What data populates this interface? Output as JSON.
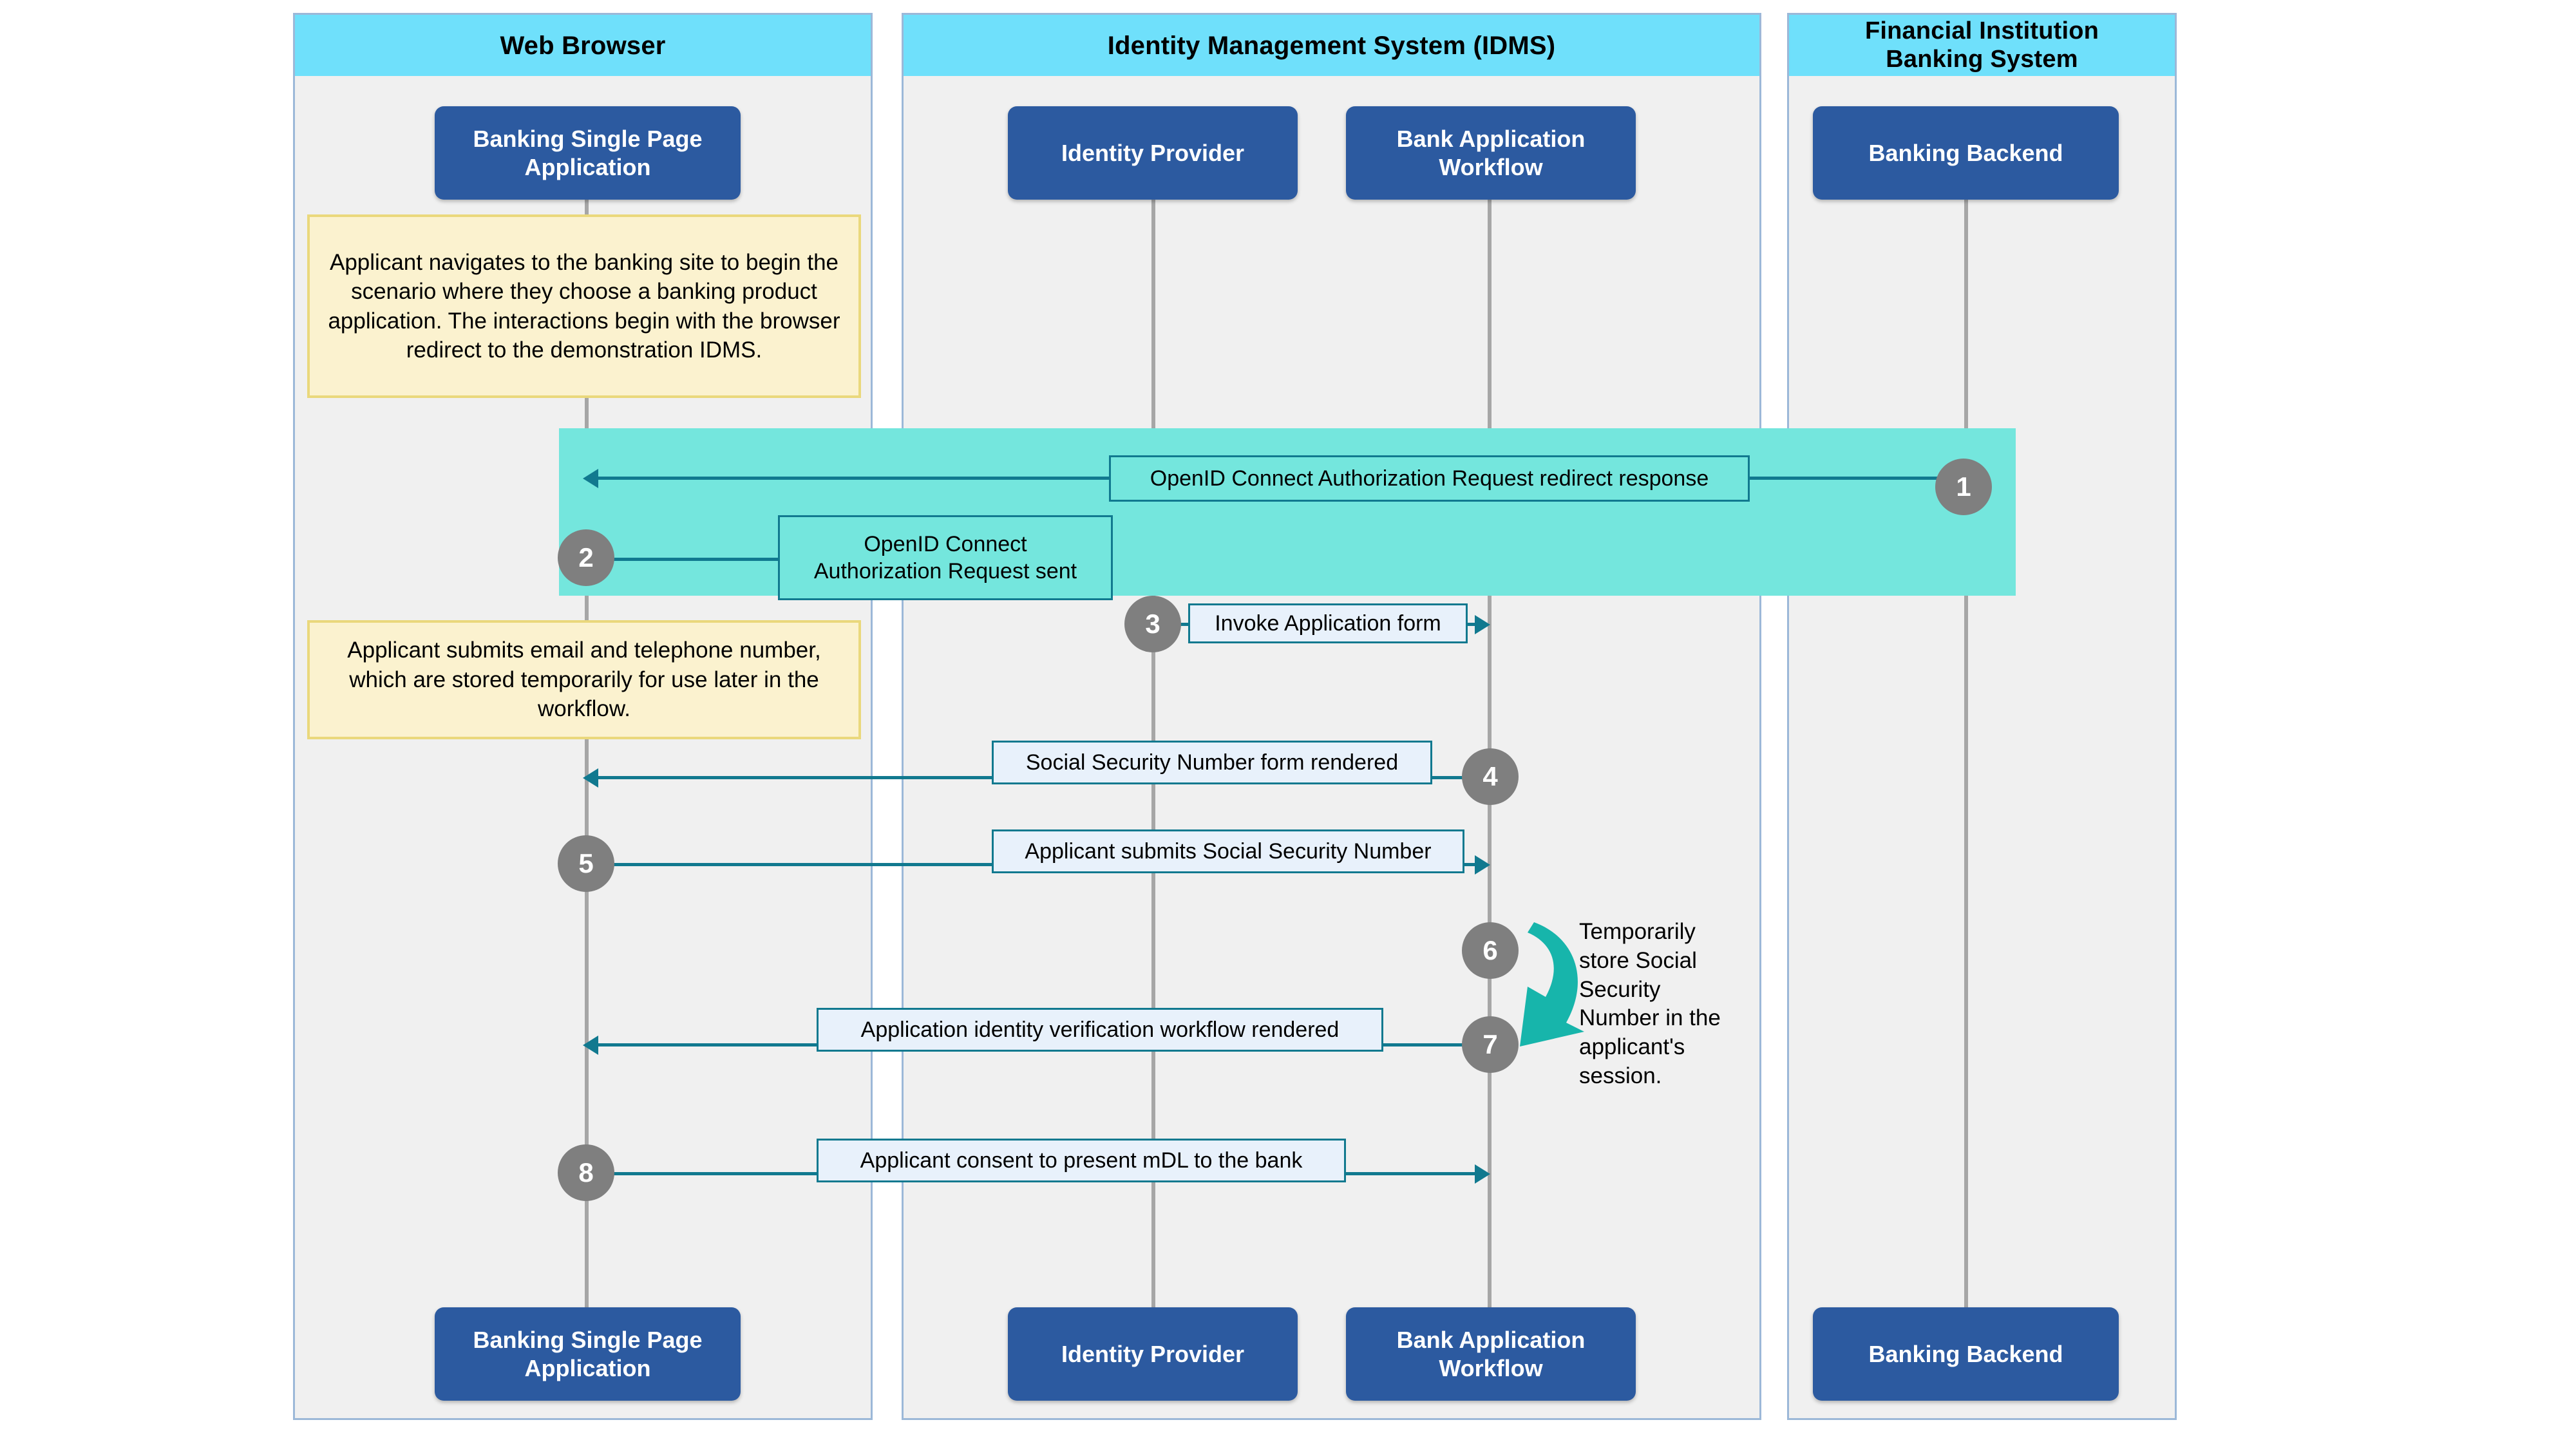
{
  "diagram": {
    "type": "sequence-diagram",
    "title": "Banking mDL identity verification sequence",
    "colors": {
      "lane_header": "#6fe0fb",
      "lane_body": "#f0f0f0",
      "lane_border": "#9cb8d8",
      "actor_box": "#2c5aa0",
      "note_fill": "#fbf2cf",
      "note_border": "#ead87c",
      "arrow": "#11798f",
      "label_fill": "#e8f1fb",
      "marker": "#7f7f7f",
      "highlight_band": "#74e6dd",
      "selfloop_arrow": "#17b5ab",
      "lifeline": "#a6a6a6"
    }
  },
  "lanes": [
    {
      "id": "web-browser",
      "title": "Web Browser"
    },
    {
      "id": "idms",
      "title": "Identity Management System (IDMS)"
    },
    {
      "id": "financial-institution",
      "title": "Financial Institution\nBanking System"
    }
  ],
  "lane_titles": {
    "web_browser": "Web Browser",
    "idms": "Identity Management System (IDMS)",
    "fi_line1": "Financial Institution",
    "fi_line2": "Banking System"
  },
  "actors": [
    {
      "id": "banking-spa",
      "line1": "Banking Single Page",
      "line2": "Application"
    },
    {
      "id": "identity-provider",
      "line1": "Identity Provider",
      "line2": ""
    },
    {
      "id": "bank-application-workflow",
      "line1": "Bank Application",
      "line2": "Workflow"
    },
    {
      "id": "banking-backend",
      "line1": "Banking Backend",
      "line2": ""
    }
  ],
  "actor_labels": {
    "spa_line1": "Banking Single Page",
    "spa_line2": "Application",
    "identity_provider": "Identity Provider",
    "baw_line1": "Bank Application",
    "baw_line2": "Workflow",
    "banking_backend": "Banking Backend"
  },
  "notes": [
    {
      "id": "note-1",
      "text": "Applicant navigates to the banking site to begin the scenario where they choose a banking product application. The interactions begin with the browser redirect to the demonstration IDMS."
    },
    {
      "id": "note-2",
      "text": "Applicant submits email and telephone number, which are stored temporarily for use later in the workflow."
    }
  ],
  "messages": [
    {
      "step": "1",
      "label": "OpenID Connect Authorization Request redirect response",
      "from": "banking-backend",
      "to": "banking-spa",
      "direction": "left",
      "highlighted": true
    },
    {
      "step": "2",
      "label_line1": "OpenID Connect",
      "label_line2": "Authorization Request sent",
      "label": "OpenID Connect Authorization Request sent",
      "from": "banking-spa",
      "to": "identity-provider",
      "direction": "right",
      "highlighted": true
    },
    {
      "step": "3",
      "label": "Invoke Application form",
      "from": "identity-provider",
      "to": "bank-application-workflow",
      "direction": "right",
      "highlighted": false
    },
    {
      "step": "4",
      "label": "Social Security Number form rendered",
      "from": "bank-application-workflow",
      "to": "banking-spa",
      "direction": "left",
      "highlighted": false
    },
    {
      "step": "5",
      "label": "Applicant submits Social Security Number",
      "from": "banking-spa",
      "to": "bank-application-workflow",
      "direction": "right",
      "highlighted": false
    },
    {
      "step": "6",
      "label": "Temporarily store Social Security Number in the applicant's session.",
      "from": "bank-application-workflow",
      "to": "bank-application-workflow",
      "direction": "self",
      "highlighted": false
    },
    {
      "step": "7",
      "label": "Application identity verification workflow rendered",
      "from": "bank-application-workflow",
      "to": "banking-spa",
      "direction": "left",
      "highlighted": false
    },
    {
      "step": "8",
      "label": "Applicant consent to present mDL to the bank",
      "from": "banking-spa",
      "to": "bank-application-workflow",
      "direction": "right",
      "highlighted": false
    }
  ],
  "message_text": {
    "m1": "OpenID Connect Authorization Request redirect response",
    "m2_line1": "OpenID Connect",
    "m2_line2": "Authorization Request sent",
    "m3": "Invoke Application form",
    "m4": "Social Security Number form rendered",
    "m5": "Applicant submits Social Security Number",
    "m6": "Temporarily store Social Security Number in the applicant's session.",
    "m7": "Application identity verification workflow rendered",
    "m8": "Applicant consent to present mDL to the bank"
  },
  "step_numbers": {
    "s1": "1",
    "s2": "2",
    "s3": "3",
    "s4": "4",
    "s5": "5",
    "s6": "6",
    "s7": "7",
    "s8": "8"
  }
}
